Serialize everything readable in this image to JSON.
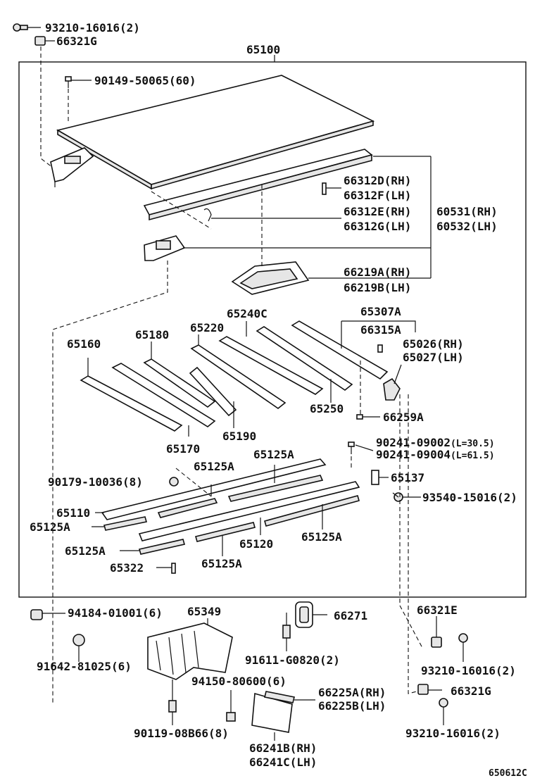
{
  "diagram_id": "650612C",
  "assembly_number": "65100",
  "labels": {
    "l01": "93210-16016(2)",
    "l02": "66321G",
    "l03": "90149-50065(60)",
    "l04": "66312D(RH)",
    "l05": "66312F(LH)",
    "l06": "66312E(RH)",
    "l07": "66312G(LH)",
    "l08": "60531(RH)",
    "l09": "60532(LH)",
    "l10": "66219A(RH)",
    "l11": "66219B(LH)",
    "l12": "65240C",
    "l13": "65307A",
    "l14": "65220",
    "l15": "66315A",
    "l16": "65180",
    "l17": "65160",
    "l18": "65026(RH)",
    "l19": "65027(LH)",
    "l20": "65250",
    "l21": "66259A",
    "l22": "65190",
    "l23": "65170",
    "l24": "90241-09002",
    "l24n": "(L=30.5)",
    "l25": "90241-09004",
    "l25n": "(L=61.5)",
    "l26": "65125A",
    "l27": "65125A",
    "l28": "90179-10036(8)",
    "l29": "65137",
    "l30": "65110",
    "l31": "93540-15016(2)",
    "l32": "65125A",
    "l33": "65125A",
    "l34": "65120",
    "l35": "65125A",
    "l36": "65322",
    "l37": "65125A",
    "l38": "94184-01001(6)",
    "l39": "65349",
    "l40": "66271",
    "l41": "66321E",
    "l42": "91642-81025(6)",
    "l43": "91611-G0820(2)",
    "l44": "93210-16016(2)",
    "l45": "94150-80600(6)",
    "l46": "66225A(RH)",
    "l47": "66225B(LH)",
    "l48": "66321G",
    "l49": "90119-08B66(8)",
    "l50": "93210-16016(2)",
    "l51": "66241B(RH)",
    "l52": "66241C(LH)"
  }
}
